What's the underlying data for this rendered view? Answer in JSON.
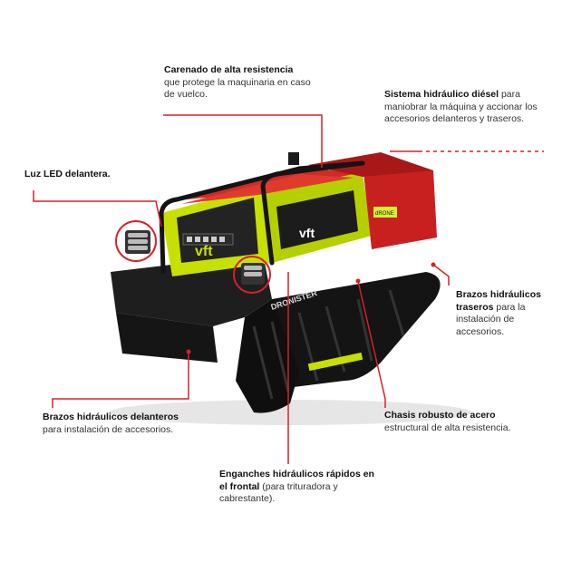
{
  "brand": {
    "logo_text": "vft",
    "model_text": "DRONISTER",
    "side_logo": "dRONE"
  },
  "colors": {
    "accent": "#d6202a",
    "lime": "#c8e000",
    "dark": "#1a1a1a"
  },
  "labels": {
    "carenado": {
      "bold": "Carenado de alta resistencia",
      "text": "que protege la maquinaria en caso de vuelco."
    },
    "sistema": {
      "bold": "Sistema hidráulico diésel",
      "text": " para maniobrar la máquina y accionar los accesorios delanteros y traseros."
    },
    "luz": {
      "bold": "Luz LED delantera.",
      "text": ""
    },
    "brazos_traseros": {
      "bold": "Brazos hidráulicos traseros",
      "text": " para la instalación de accesorios."
    },
    "brazos_delanteros": {
      "bold": "Brazos hidráulicos delanteros",
      "text": "para instalación de accesorios."
    },
    "chasis": {
      "bold": "Chasis robusto de acero",
      "text": "estructural de alta resistencia."
    },
    "enganches": {
      "bold": "Enganches hidráulicos rápidos en el frontal",
      "text": " (para trituradora  y cabrestante)."
    }
  }
}
